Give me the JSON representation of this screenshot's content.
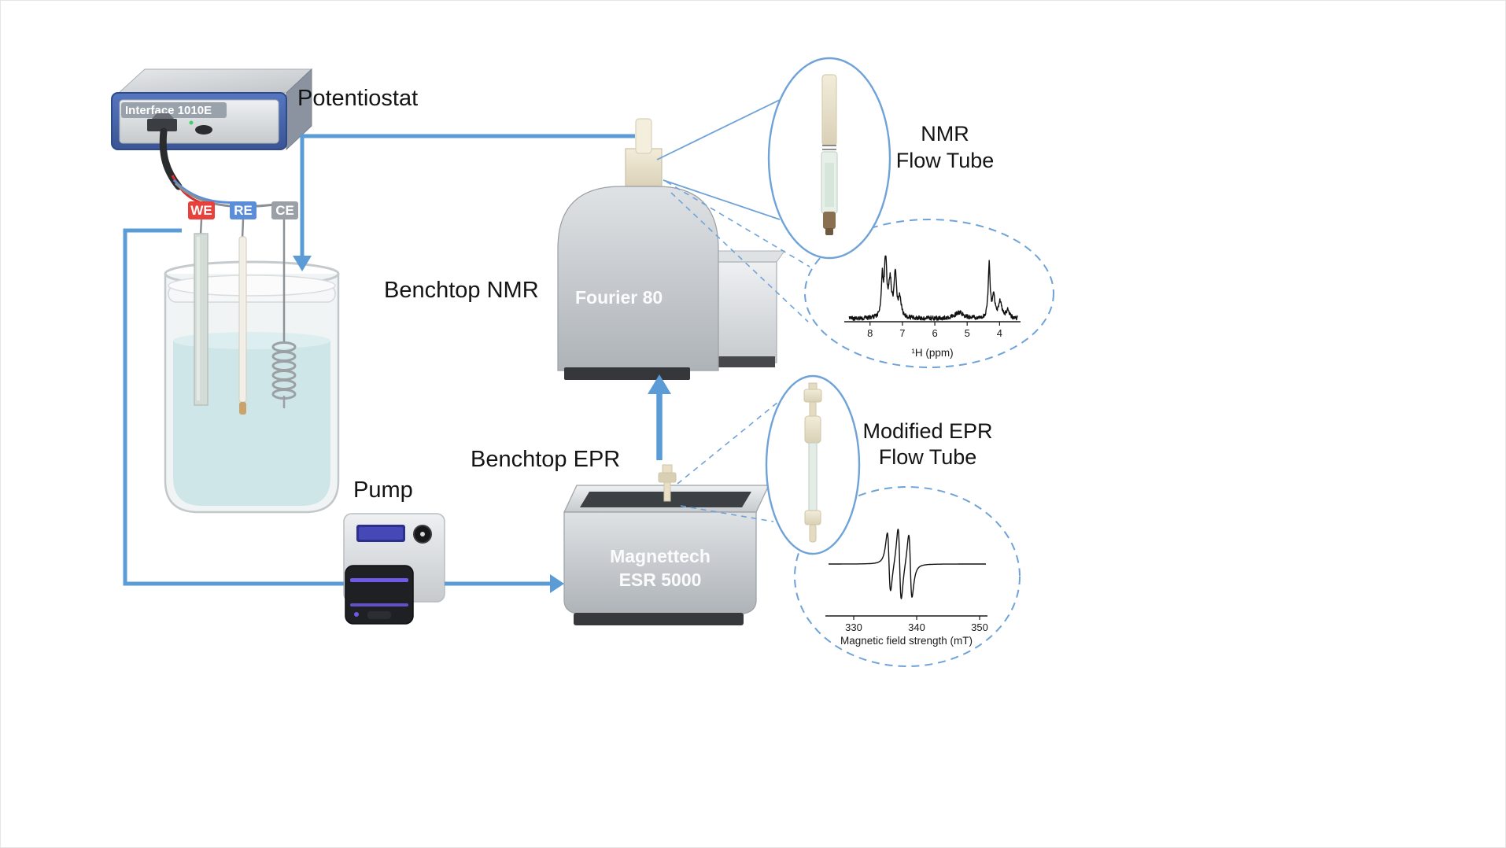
{
  "colors": {
    "arrow": "#5b9cd6",
    "callout": "#6fa3d8",
    "electrode_we": "#e8413c",
    "electrode_re": "#5b8dd9",
    "electrode_ce": "#9aa0a6"
  },
  "labels": {
    "potentiostat": "Potentiostat",
    "potentiostat_model": "Interface 1010E",
    "electrode_we": "WE",
    "electrode_re": "RE",
    "electrode_ce": "CE",
    "pump": "Pump",
    "benchtop_nmr": "Benchtop NMR",
    "nmr_model": "Fourier 80",
    "benchtop_epr": "Benchtop EPR",
    "epr_model_line1": "Magnettech",
    "epr_model_line2": "ESR 5000",
    "nmr_flow_tube_line1": "NMR",
    "nmr_flow_tube_line2": "Flow Tube",
    "epr_flow_tube_line1": "Modified EPR",
    "epr_flow_tube_line2": "Flow Tube"
  },
  "chart_data": [
    {
      "type": "line",
      "name": "nmr-1h-spectrum",
      "xlabel": "¹H (ppm)",
      "x_ticks": [
        8,
        7,
        6,
        5,
        4
      ],
      "x_range": [
        8.65,
        3.45
      ],
      "x_axis_reversed": true,
      "grid": false,
      "peaks": [
        {
          "center": 7.62,
          "height": 0.62,
          "width": 0.035
        },
        {
          "center": 7.52,
          "height": 1.0,
          "width": 0.04
        },
        {
          "center": 7.38,
          "height": 0.58,
          "width": 0.05
        },
        {
          "center": 7.22,
          "height": 0.72,
          "width": 0.045
        },
        {
          "center": 7.08,
          "height": 0.3,
          "width": 0.05
        },
        {
          "center": 5.25,
          "height": 0.1,
          "width": 0.15
        },
        {
          "center": 4.32,
          "height": 0.88,
          "width": 0.035
        },
        {
          "center": 4.18,
          "height": 0.34,
          "width": 0.05
        },
        {
          "center": 3.98,
          "height": 0.26,
          "width": 0.06
        },
        {
          "center": 3.75,
          "height": 0.12,
          "width": 0.06
        }
      ],
      "noise_level": 0.035
    },
    {
      "type": "line",
      "name": "epr-spectrum",
      "xlabel": "Magnetic field strength (mT)",
      "x_ticks": [
        330,
        340,
        350
      ],
      "x_range": [
        326,
        351
      ],
      "signal": "first-derivative triplet",
      "grid": false,
      "derivative_peaks": [
        {
          "center": 335.6,
          "amplitude": 0.82,
          "width": 0.45
        },
        {
          "center": 337.3,
          "amplitude": 1.0,
          "width": 0.45
        },
        {
          "center": 339.0,
          "amplitude": 0.88,
          "width": 0.45
        }
      ]
    }
  ]
}
